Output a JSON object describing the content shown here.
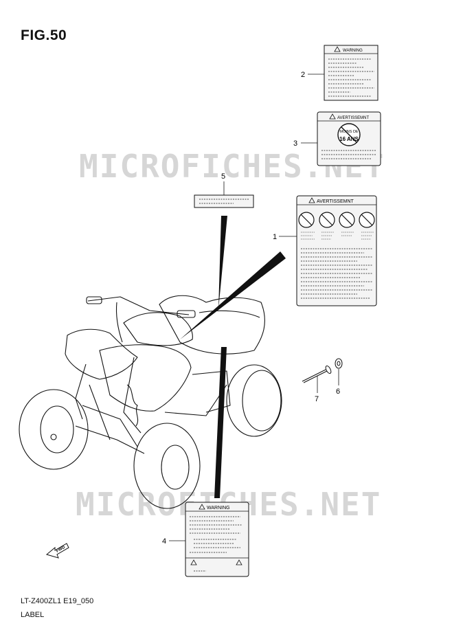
{
  "figure": {
    "title": "FIG.50",
    "code": "LT-Z400ZL1 E19_050",
    "name": "LABEL"
  },
  "watermark": "MICROFICHES.NET",
  "callouts": {
    "c1": "1",
    "c2": "2",
    "c3": "3",
    "c4": "4",
    "c5": "5",
    "c6": "6",
    "c7": "7"
  },
  "labels": {
    "label_1_header": "AVERTISSEMNT",
    "label_2_header": "WARNING",
    "label_3_header": "AVERTISSEMNT",
    "label_3_badge_line1": "MOINS DE",
    "label_3_badge_line2": "16 ANS",
    "label_4_header": "WARNING",
    "fwd_arrow": "FWD"
  },
  "colors": {
    "ink": "#111111",
    "watermark": "#d6d6d6",
    "label_fill": "#f4f4f4"
  }
}
